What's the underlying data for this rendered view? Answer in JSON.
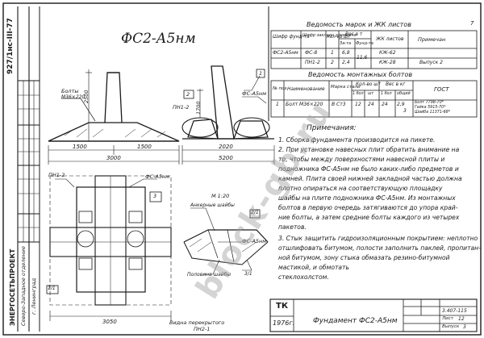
{
  "drawing": {
    "title": "ФС2-А5нм",
    "sheet_mark": "7",
    "vertical_code": "927/1нс-III-77"
  },
  "marks_table": {
    "title": "Ведомость марок и ЖК листов",
    "headers": [
      "Шифр фунд-та",
      "Шифр закладн элемента",
      "Кол-во шт",
      "Вес в т",
      "ЖК листов",
      "Примечан"
    ],
    "weight_sub": [
      "За-та",
      "Фунд-та"
    ],
    "rows": [
      [
        "ФС2-А5нм",
        "ФС-8",
        "1",
        "6,8",
        "",
        "КЖ-62",
        ""
      ],
      [
        "",
        "ПН1-2",
        "2",
        "2,4",
        "11,6",
        "КЖ-28",
        "Выпуск 2"
      ]
    ]
  },
  "bolts_table": {
    "title": "Ведомость монтажных болтов",
    "headers": [
      "№ поз",
      "Наименование",
      "Марка стали",
      "Кол-во шт",
      "Вес в кг",
      "ГОСТ"
    ],
    "sub": [
      "1 бол",
      "шт",
      "1 бол",
      "общий"
    ],
    "row": [
      "1",
      "Болт М36×220",
      "В Ст3",
      "12",
      "24",
      "24",
      "2,9",
      "3"
    ],
    "gost": [
      "Болт 7798-70*",
      "Гайка 5915-70*",
      "Шайба 11371-68*"
    ]
  },
  "notes": {
    "title": "Примечания:",
    "lines": [
      "1. Сборка фундамента производится на пикете.",
      "2. При установке навесных плит обратить внимание на",
      "то, чтобы между поверхностями навесной плиты и",
      "подножника ФС-А5нм не было каких-либо предметов и",
      "камней. Плита своей нижней закладной частью должна",
      "плотно опираться на соответствующую площадку",
      "шайбы на плите подножника ФС-А5нм. Из монтажных",
      "болтов в первую очередь затягиваются до упора край-",
      "ние болты, а затем средние болты каждого из четырех",
      "пакетов.",
      "3. Стык защитить гидроизоляционным покрытием: неплотно",
      "отшлифовать битумом, полости заполнить паклей, пропитан-",
      "ной битумом, зону стыка обмазать резино-битумной",
      "мастикой, и обмотать",
      "стеклохолстом."
    ]
  },
  "labels": {
    "bolts_label": "Болты",
    "bolts_size": "М36×220",
    "pn_a": "ПН1-2",
    "pn_b": "ПН1-2",
    "fs_a": "ФС-А5нм",
    "fs_b": "ФС-А5нм",
    "fs_c": "ФС-А5нм",
    "scale": "М 1:20",
    "anchor_washers": "Анкерные шайбы",
    "half_washer": "Половина шайбы",
    "bottom_note": "Видна перекрытого",
    "bottom_mark": "ПН2-1",
    "callout_a": "1",
    "callout_b": "2",
    "callout_c": "3",
    "callout_d": "1/1",
    "callout_e": "2/1",
    "callout_f": "3/1"
  },
  "dims": {
    "d1500a": "1500",
    "d1500b": "1500",
    "d3000": "3000",
    "d2020": "2020",
    "d5200": "5200",
    "d3050": "3050",
    "v1700": "1700",
    "v2500": "2500"
  },
  "title_block": {
    "org": "ЭНЕРГОСЕТЬПРОЕКТ",
    "org_sub": "Северо-Западное отделение",
    "city": "г. Ленинград",
    "designation": "Фундамент ФС2-А5нм",
    "stamp": "ТК",
    "year": "1976г.",
    "code": "3.407-115",
    "sheet_label": "Лист",
    "sheet_num": "12",
    "issue_label": "Выпуск",
    "issue_num": "3"
  },
  "watermark": "block-gb.ru"
}
